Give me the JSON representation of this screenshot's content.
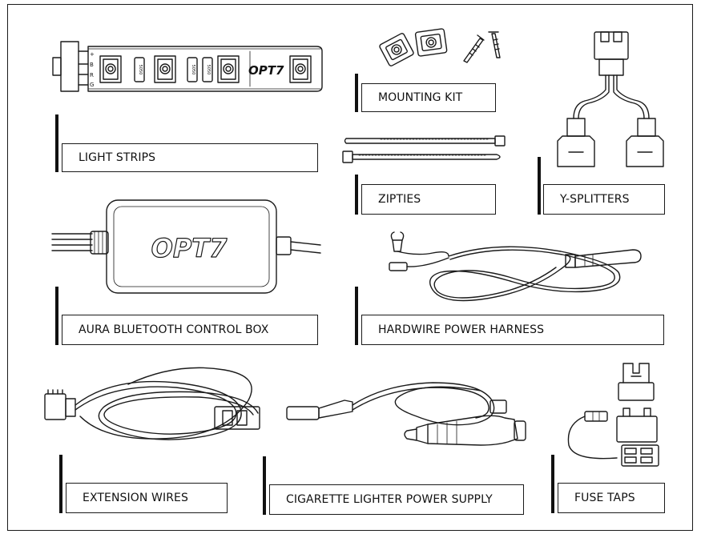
{
  "brand": "OPT7",
  "labels": {
    "light_strips": "LIGHT STRIPS",
    "mounting_kit": "MOUNTING KIT",
    "zipties": "ZIPTIES",
    "y_splitters": "Y-SPLITTERS",
    "control_box": "AURA BLUETOOTH CONTROL BOX",
    "hardwire_harness": "HARDWIRE POWER HARNESS",
    "extension_wires": "EXTENSION WIRES",
    "cigarette_supply": "CIGARETTE LIGHTER POWER SUPPLY",
    "fuse_taps": "FUSE TAPS"
  },
  "connector_pins": [
    "+",
    "B",
    "R",
    "G"
  ],
  "led_marks": [
    "5050",
    "5050",
    "5050"
  ],
  "strip_brand": "OPT7"
}
